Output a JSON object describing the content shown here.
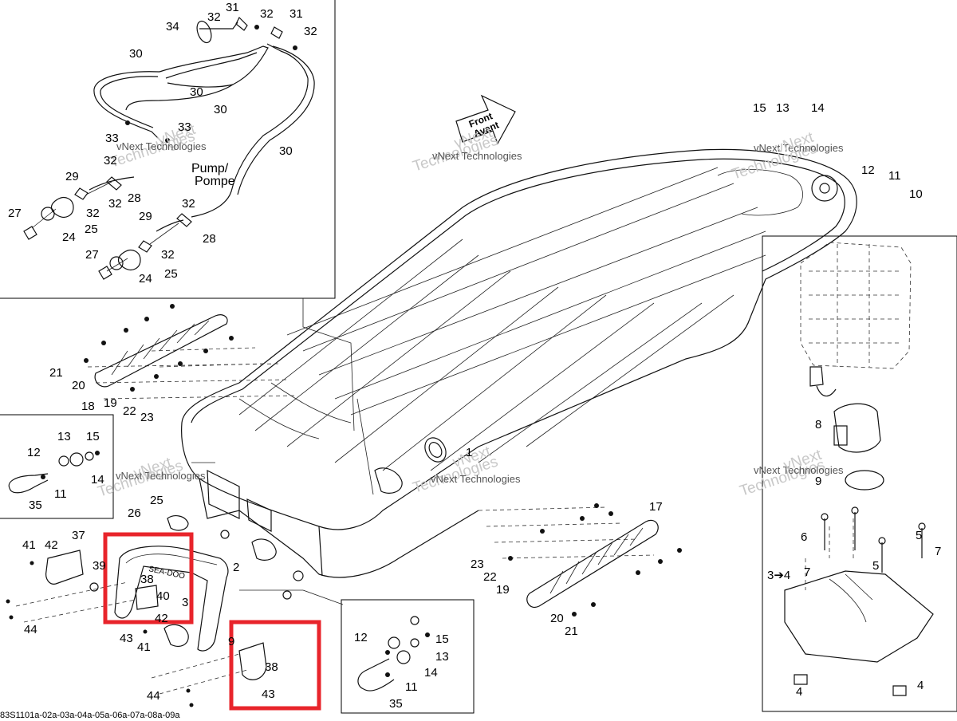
{
  "diagram": {
    "reference_code": "83S1101a-02a-03a-04a-05a-06a-07a-08a-09a",
    "labels": {
      "pump": "Pump/",
      "pompe": "Pompe",
      "front": "Front",
      "avant": "Avant"
    },
    "watermarks": [
      {
        "line1": "vNext",
        "line2": "Technologies",
        "caption": "vNext Technologies"
      },
      {
        "line1": "vNext",
        "line2": "Technologies",
        "caption": "vNext Technologies"
      },
      {
        "line1": "vNext",
        "line2": "Technologies",
        "caption": "vNext Technologies"
      },
      {
        "line1": "vNext",
        "line2": "Technologies",
        "caption": "vNext Technologies"
      },
      {
        "line1": "vNext",
        "line2": "Technologies",
        "caption": "vNext Technologies"
      },
      {
        "line1": "vNext",
        "line2": "Technologies",
        "caption": "vNext Technologies"
      }
    ],
    "callouts": {
      "top_left": [
        "31",
        "32",
        "34",
        "32",
        "31",
        "32",
        "30",
        "30",
        "30",
        "30",
        "33",
        "33",
        "32",
        "29",
        "32",
        "28",
        "32",
        "27",
        "24",
        "25",
        "29",
        "32",
        "28",
        "27",
        "32",
        "24",
        "25"
      ],
      "top_right": [
        "15",
        "13",
        "14",
        "12",
        "11",
        "10"
      ],
      "left_mid": [
        "21",
        "20",
        "19",
        "18",
        "22",
        "23"
      ],
      "left_inset": [
        "13",
        "15",
        "12",
        "14",
        "11",
        "35"
      ],
      "center": [
        "26",
        "25",
        "2",
        "1",
        "17",
        "23",
        "22",
        "19",
        "20",
        "21"
      ],
      "bottom_left": [
        "37",
        "41",
        "42",
        "39",
        "38",
        "40",
        "3",
        "42",
        "43",
        "41",
        "44",
        "44",
        "9"
      ],
      "red_box_lower": [
        "38",
        "43"
      ],
      "bottom_inset": [
        "12",
        "15",
        "13",
        "14",
        "11",
        "35"
      ],
      "right_inset": [
        "8",
        "9",
        "6",
        "5",
        "7",
        "7",
        "5",
        "3➔4",
        "4",
        "4"
      ]
    }
  }
}
